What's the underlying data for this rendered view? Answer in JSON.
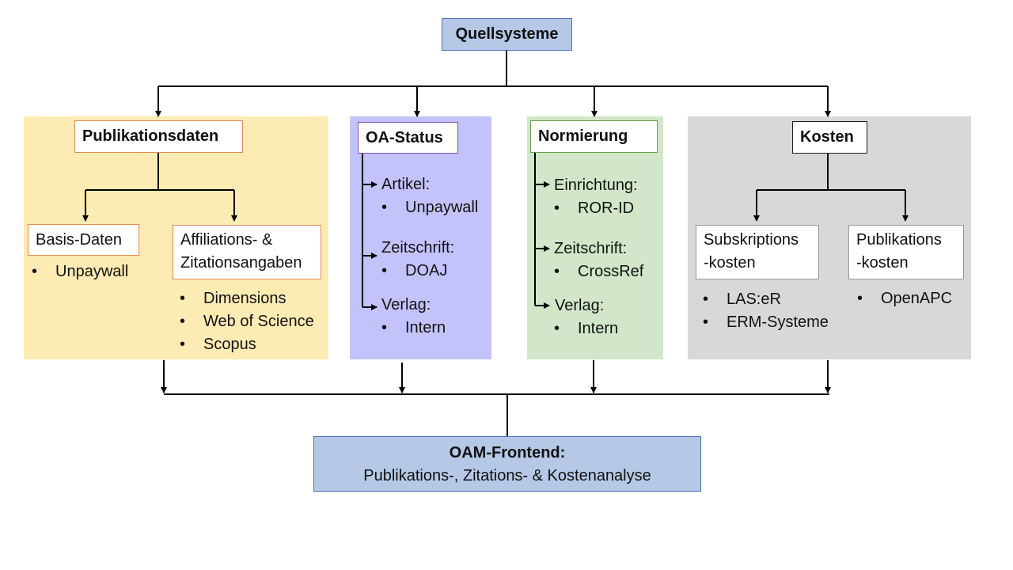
{
  "top": {
    "title": "Quellsysteme"
  },
  "publikationsdaten": {
    "title": "Publikationsdaten",
    "basis": {
      "title": "Basis-Daten",
      "items": [
        "Unpaywall"
      ]
    },
    "affiliations": {
      "line1": "Affiliations- &",
      "line2": "Zitationsangaben",
      "items": [
        "Dimensions",
        "Web of Science",
        "Scopus"
      ]
    }
  },
  "oa_status": {
    "title": "OA-Status",
    "groups": [
      {
        "label": "Artikel:",
        "item": "Unpaywall"
      },
      {
        "label": "Zeitschrift:",
        "item": "DOAJ"
      },
      {
        "label": "Verlag:",
        "item": "Intern"
      }
    ]
  },
  "normierung": {
    "title": "Normierung",
    "groups": [
      {
        "label": "Einrichtung:",
        "item": "ROR-ID"
      },
      {
        "label": "Zeitschrift:",
        "item": "CrossRef"
      },
      {
        "label": "Verlag:",
        "item": "Intern"
      }
    ]
  },
  "kosten": {
    "title": "Kosten",
    "subskription": {
      "line1": "Subskriptions",
      "line2": "-kosten",
      "items": [
        "LAS:eR",
        "ERM-Systeme"
      ]
    },
    "publikation": {
      "line1": "Publikations",
      "line2": "-kosten",
      "items": [
        "OpenAPC"
      ]
    }
  },
  "bottom": {
    "title": "OAM-Frontend:",
    "subtitle": "Publikations-, Zitations- & Kostenanalyse"
  },
  "bullet": "•",
  "colors": {
    "yellow": "#fdebb4",
    "purple": "#c3c3fb",
    "green": "#d2e7c9",
    "gray": "#d8d8d8",
    "blue": "#b5c8e6",
    "border_blue": "#4a6fb5",
    "border_orange": "#e08c50",
    "border_purple": "#7a52b0",
    "border_green": "#6a9f4a"
  }
}
